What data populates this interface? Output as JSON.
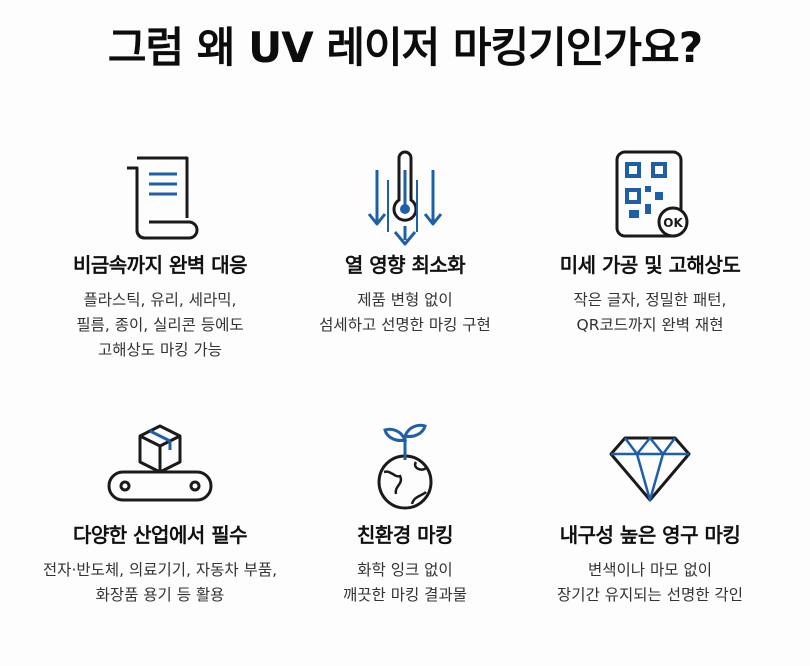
{
  "title": "그럼 왜 UV 레이저 마킹기인가요?",
  "colors": {
    "accent": "#1f5fa8",
    "ink": "#1a1a1a"
  },
  "features": [
    {
      "icon": "document-icon",
      "heading": "비금속까지 완벽 대응",
      "lines": [
        "플라스틱, 유리, 세라믹,",
        "필름, 종이, 실리콘 등에도",
        "고해상도 마킹 가능"
      ]
    },
    {
      "icon": "thermometer-down-icon",
      "heading": "열 영향 최소화",
      "lines": [
        "제품 변형 없이",
        "섬세하고 선명한 마킹 구현"
      ]
    },
    {
      "icon": "qr-code-ok-icon",
      "heading": "미세 가공 및 고해상도",
      "lines": [
        "작은 글자, 정밀한 패턴,",
        "QR코드까지 완벽 재현"
      ]
    },
    {
      "icon": "conveyor-box-icon",
      "heading": "다양한 산업에서 필수",
      "lines": [
        "전자·반도체, 의료기기, 자동차 부품,",
        "화장품 용기 등 활용"
      ]
    },
    {
      "icon": "globe-sprout-icon",
      "heading": "친환경 마킹",
      "lines": [
        "화학 잉크 없이",
        "깨끗한 마킹 결과물"
      ]
    },
    {
      "icon": "diamond-icon",
      "heading": "내구성 높은 영구 마킹",
      "lines": [
        "변색이나 마모 없이",
        "장기간 유지되는 선명한 각인"
      ]
    }
  ]
}
